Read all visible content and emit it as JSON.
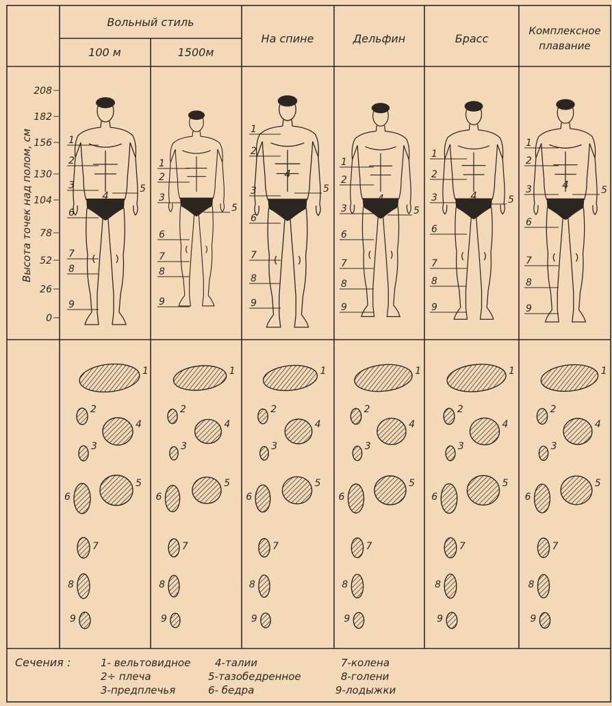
{
  "header": {
    "freestyle": "Вольный стиль",
    "freestyle_100": "100 м",
    "freestyle_1500": "1500м",
    "backstroke": "На спине",
    "butterfly": "Дельфин",
    "breaststroke": "Брасс",
    "medley_line1": "Комплексное",
    "medley_line2": "плавание"
  },
  "axis": {
    "label": "Высота точек над полом, см",
    "ticks": [
      "208",
      "182",
      "156",
      "130",
      "104",
      "78",
      "52",
      "26",
      "0"
    ]
  },
  "section_numbers": [
    "1",
    "2",
    "3",
    "4",
    "5",
    "6",
    "7",
    "8",
    "9"
  ],
  "legend": {
    "title": "Сечения :",
    "items": [
      "1- вельтовидное",
      "2÷ плеча",
      "3-предплечья",
      "4-талии",
      "5-тазобедренное",
      "6- бедра",
      "7-колена",
      "8-голени",
      "9-лодыжки"
    ]
  },
  "colors": {
    "paper": "#f3d9b8",
    "ink": "#2b2622"
  }
}
